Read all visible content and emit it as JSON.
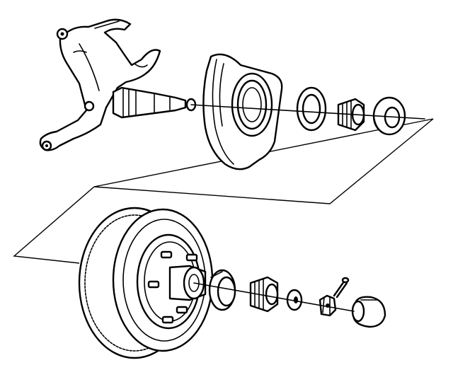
{
  "figure": {
    "kind": "exploded-assembly-drawing",
    "background": "#ffffff",
    "line_color": "#000000",
    "upper_assembly_parts": [
      "steering-knuckle",
      "spindle",
      "splash-shield",
      "grease-seal",
      "inner-bearing-race",
      "inner-bearing",
      "outer-bearing-race"
    ],
    "lower_assembly_parts": [
      "brake-rotor-hub",
      "wheel-studs",
      "inner-bearing-race",
      "inner-bearing",
      "washer",
      "castle-nut",
      "cotter-pin",
      "dust-cap"
    ]
  }
}
